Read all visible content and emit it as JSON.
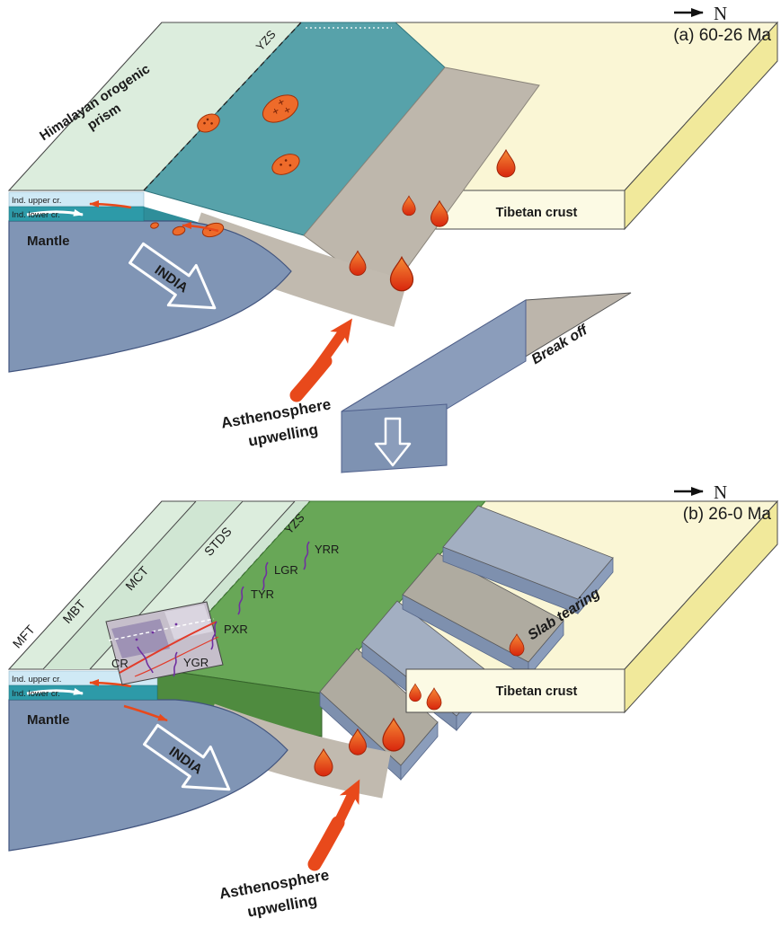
{
  "figure": {
    "panel_a": {
      "title": "(a) 60-26 Ma",
      "north": "N",
      "prism_line1": "Himalayan orogenic",
      "prism_line2": "prism",
      "yzs": "YZS",
      "upper_crust": "Ind. upper cr.",
      "lower_crust": "Ind. lower cr.",
      "mantle": "Mantle",
      "india": "INDIA",
      "tibetan_crust": "Tibetan crust",
      "break_off": "Break off",
      "asthenosphere_line1": "Asthenosphere",
      "asthenosphere_line2": "upwelling"
    },
    "panel_b": {
      "title": "(b) 26-0 Ma",
      "north": "N",
      "faults": [
        "MFT",
        "MBT",
        "MCT",
        "STDS",
        "YZS"
      ],
      "rifts": [
        "YRR",
        "LGR",
        "TYR",
        "PXR",
        "YGR",
        "CR"
      ],
      "upper_crust": "Ind. upper cr.",
      "lower_crust": "Ind. lower cr.",
      "mantle": "Mantle",
      "india": "INDIA",
      "tibetan_crust": "Tibetan crust",
      "slab_tearing": "Slab tearing",
      "asthenosphere_line1": "Asthenosphere",
      "asthenosphere_line2": "upwelling"
    },
    "colors": {
      "tibetan_top": "#FAF6D5",
      "tibetan_side": "#F1E99B",
      "tibetan_front": "#FCFAE4",
      "prism_green": "#DCEDDD",
      "teal_surface": "#57A2AA",
      "slab_gray": "#BEB7AC",
      "band_gray": "#C1BAAF",
      "mantle_blue": "#8095B5",
      "upper_crust": "#CFE9F5",
      "lower_crust": "#2D9AA8",
      "green_top": "#68A757",
      "green_front": "#4F8B3F",
      "block_gray": "#BCB5AB",
      "block_blue": "#8B9DBB",
      "magma": "#E8491B",
      "pluton": "#EE6B2A",
      "rift_purple": "#7030A0",
      "slab_tearing_text": "#6F6F6F"
    }
  }
}
